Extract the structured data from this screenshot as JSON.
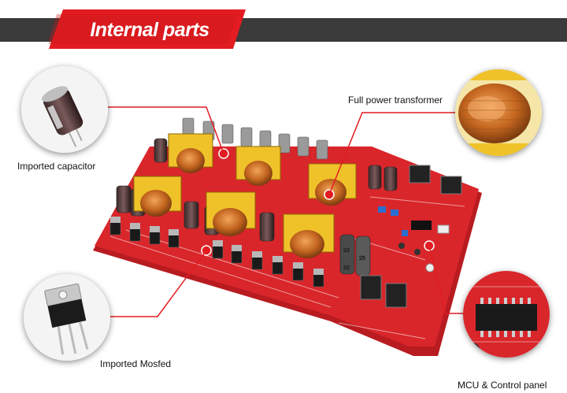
{
  "header": {
    "title": "Internal parts"
  },
  "callouts": [
    {
      "label": "Imported capacitor"
    },
    {
      "label": "Full power transformer"
    },
    {
      "label": "Imported Mosfed"
    },
    {
      "label": "MCU & Control panel"
    }
  ],
  "board": {
    "capacitor_markings": [
      "33",
      "25",
      "33"
    ]
  },
  "colors": {
    "accent": "#e21c21",
    "banner": "#3b3b3b",
    "pcb": "#d9262b",
    "pcb_dark": "#b81b20"
  }
}
